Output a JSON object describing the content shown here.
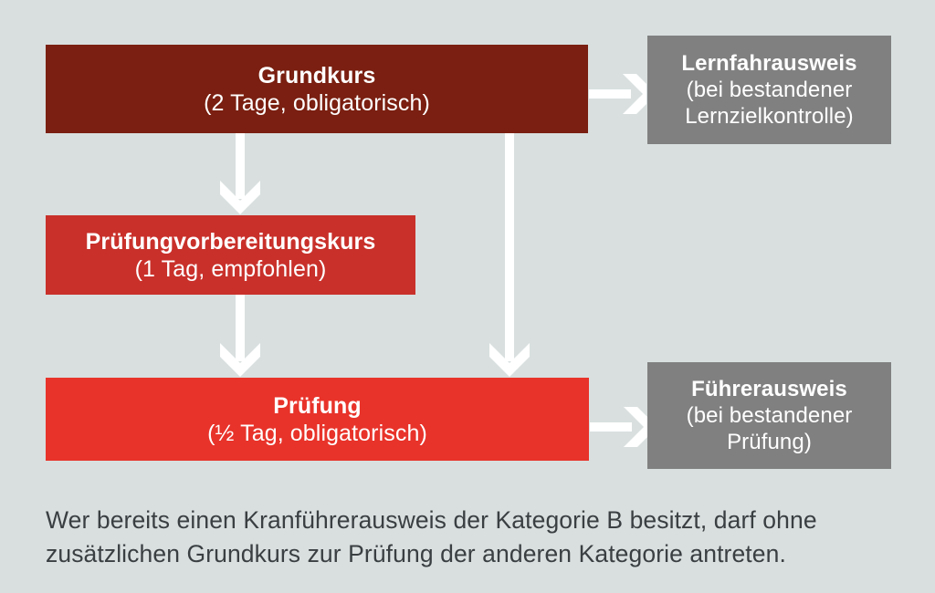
{
  "background_color": "#d9dfdf",
  "palette": {
    "dark_red": "#7a1f11",
    "mid_red": "#c9302a",
    "bright_red": "#e8332a",
    "gray": "#808080",
    "arrow_white": "#ffffff",
    "caption_text": "#3a4042"
  },
  "flow": {
    "nodes": [
      {
        "id": "grundkurs",
        "title": "Grundkurs",
        "subtitle": "(2 Tage, obligatorisch)",
        "color": "#7a1f11"
      },
      {
        "id": "vorbereitung",
        "title": "Prüfungvorbereitungskurs",
        "subtitle": "(1 Tag, empfohlen)",
        "color": "#c9302a"
      },
      {
        "id": "pruefung",
        "title": "Prüfung",
        "subtitle": "(½ Tag, obligatorisch)",
        "color": "#e8332a"
      },
      {
        "id": "lernfahrausweis",
        "title": "Lernfahrausweis",
        "subtitle_line1": "(bei bestandener",
        "subtitle_line2": "Lernzielkontrolle)",
        "color": "#808080"
      },
      {
        "id": "fuehrerausweis",
        "title": "Führerausweis",
        "subtitle_line1": "(bei bestandener",
        "subtitle_line2": "Prüfung)",
        "color": "#808080"
      }
    ],
    "arrows": [
      {
        "id": "grundkurs-vorbereitung",
        "from": "grundkurs",
        "to": "vorbereitung",
        "direction": "down"
      },
      {
        "id": "vorbereitung-pruefung",
        "from": "vorbereitung",
        "to": "pruefung",
        "direction": "down"
      },
      {
        "id": "grundkurs-pruefung",
        "from": "grundkurs",
        "to": "pruefung",
        "direction": "down"
      },
      {
        "id": "grundkurs-lernfahrausweis",
        "from": "grundkurs",
        "to": "lernfahrausweis",
        "direction": "right"
      },
      {
        "id": "pruefung-fuehrerausweis",
        "from": "pruefung",
        "to": "fuehrerausweis",
        "direction": "right"
      }
    ]
  },
  "caption": {
    "line1": "Wer bereits einen Kranführerausweis der Kategorie B besitzt, darf ohne",
    "line2": "zusätzlichen Grundkurs zur Prüfung der anderen Kategorie antreten."
  }
}
